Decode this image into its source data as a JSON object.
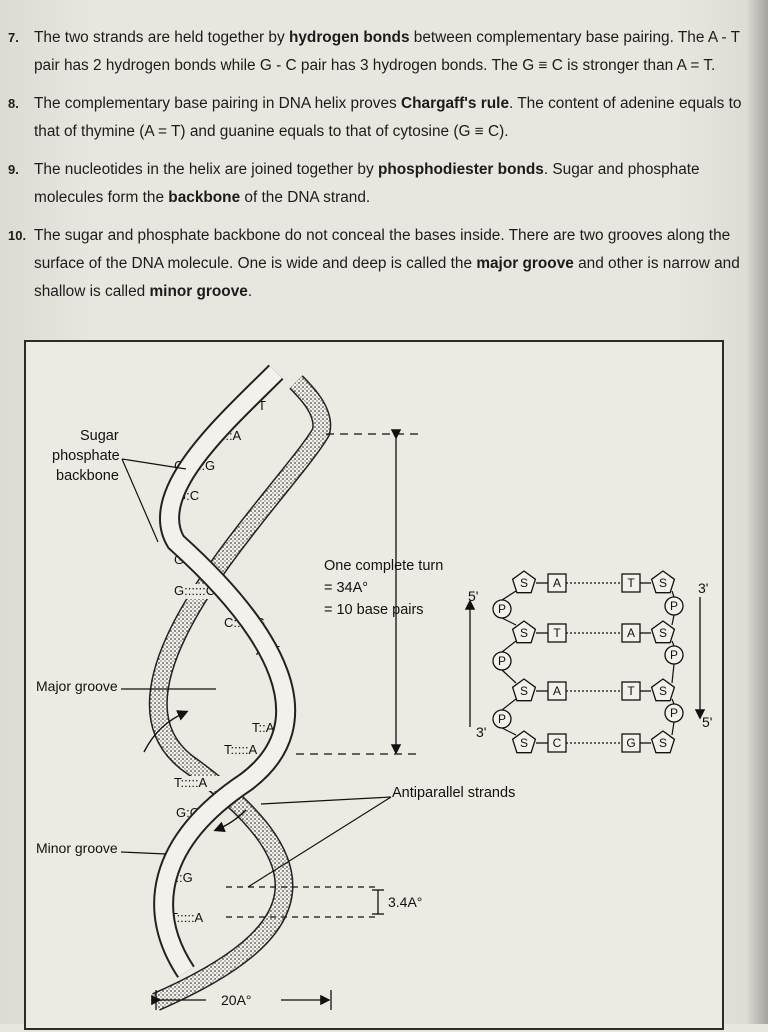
{
  "points": [
    {
      "num": "7.",
      "parts": [
        {
          "t": "The two strands are held together by ",
          "b": false
        },
        {
          "t": "hydrogen bonds",
          "b": true
        },
        {
          "t": " between complementary base pairing. The A - T pair has 2 hydrogen bonds while G - C pair has 3 hydrogen bonds. The G ≡ C is stronger than A = T.",
          "b": false
        }
      ]
    },
    {
      "num": "8.",
      "parts": [
        {
          "t": "The complementary base pairing in DNA helix proves ",
          "b": false
        },
        {
          "t": "Chargaff's rule",
          "b": true
        },
        {
          "t": ". The content of adenine equals to that of thymine (A = T) and guanine equals to that of cytosine (G ≡ C).",
          "b": false
        }
      ]
    },
    {
      "num": "9.",
      "parts": [
        {
          "t": "The nucleotides in the helix are joined together by ",
          "b": false
        },
        {
          "t": "phosphodiester bonds",
          "b": true
        },
        {
          "t": ". Sugar and phosphate molecules form the ",
          "b": false
        },
        {
          "t": "backbone",
          "b": true
        },
        {
          "t": " of the DNA strand.",
          "b": false
        }
      ]
    },
    {
      "num": "10.",
      "parts": [
        {
          "t": "The sugar and phosphate backbone do not conceal the bases inside. There are two grooves along the surface of the DNA molecule. One is wide and deep is called the ",
          "b": false
        },
        {
          "t": "major groove",
          "b": true
        },
        {
          "t": " and other is narrow and shallow is called ",
          "b": false
        },
        {
          "t": "minor groove",
          "b": true
        },
        {
          "t": ".",
          "b": false
        }
      ]
    }
  ],
  "figure": {
    "labels": {
      "sugar_phosphate_l1": "Sugar",
      "sugar_phosphate_l2": "phosphate",
      "sugar_phosphate_l3": "backbone",
      "major_groove": "Major groove",
      "minor_groove": "Minor groove",
      "turn_l1": "One complete turn",
      "turn_l2": "= 34A°",
      "turn_l3": "= 10 base pairs",
      "antiparallel": "Antiparallel strands",
      "rise": "3.4A°",
      "width": "20A°"
    },
    "helix_pairs": [
      "T",
      "T:::::A",
      "C::::::G",
      "G:C",
      "G:C",
      "G::::::C",
      "C::::::G",
      "A::T",
      "T::A",
      "T:::::A",
      "T:::::A",
      "G:C",
      "C::G",
      "T:::::A"
    ],
    "ladder": {
      "rows": [
        {
          "left": "A",
          "right": "T"
        },
        {
          "left": "T",
          "right": "A"
        },
        {
          "left": "A",
          "right": "T"
        },
        {
          "left": "C",
          "right": "G"
        }
      ],
      "sugar": "S",
      "phosphate": "P",
      "left_top": "5'",
      "left_bottom": "3'",
      "right_top": "3'",
      "right_bottom": "5'"
    }
  }
}
